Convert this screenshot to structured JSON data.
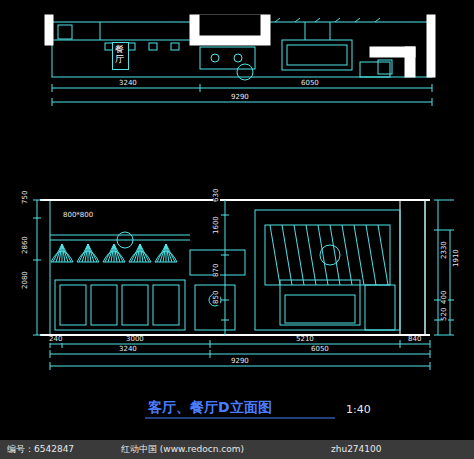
{
  "diagram": {
    "title": "客厅、餐厅D立面图",
    "nodes": [
      {
        "text": [
          "餐厅"
        ]
      }
    ],
    "edges": [],
    "labels": [
      "3240",
      "6050",
      "9290",
      "800*800",
      "750",
      "2860",
      "2080",
      "630",
      "1600",
      "870",
      "850",
      "2330",
      "1910",
      "400",
      "520",
      "240",
      "3000",
      "5210",
      "840",
      "3240",
      "6050",
      "9290",
      "1:40",
      "编号：6542847",
      "红动中国 (www.redocn.com)",
      "zhu274100"
    ]
  }
}
